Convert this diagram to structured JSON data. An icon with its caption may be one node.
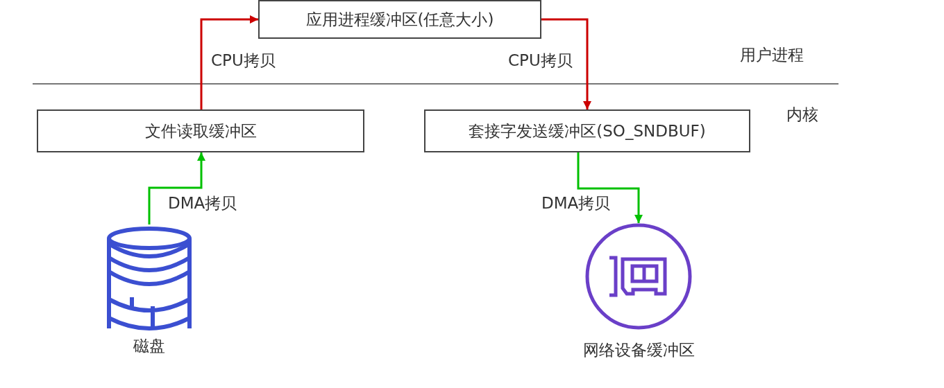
{
  "diagram": {
    "nodes": [
      {
        "text": [
          "应用进程缓冲区(任意大小)"
        ]
      },
      {
        "text": [
          "文件读取缓冲区"
        ]
      },
      {
        "text": [
          "套接字发送缓冲区(SO_SNDBUF)"
        ]
      },
      {
        "text": [
          "磁盘"
        ]
      },
      {
        "text": [
          "网络设备缓冲区"
        ]
      }
    ],
    "edges": [
      {
        "from": 1,
        "to": 0,
        "arrow": "to",
        "label": "CPU拷贝",
        "color": "#cc0000"
      },
      {
        "from": 0,
        "to": 2,
        "arrow": "to",
        "label": "CPU拷贝",
        "color": "#cc0000"
      },
      {
        "from": 3,
        "to": 1,
        "arrow": "to",
        "label": "DMA拷贝",
        "color": "#00c000"
      },
      {
        "from": 2,
        "to": 4,
        "arrow": "to",
        "label": "DMA拷贝",
        "color": "#00c000"
      }
    ],
    "labels": [
      "用户进程",
      "内核"
    ]
  }
}
